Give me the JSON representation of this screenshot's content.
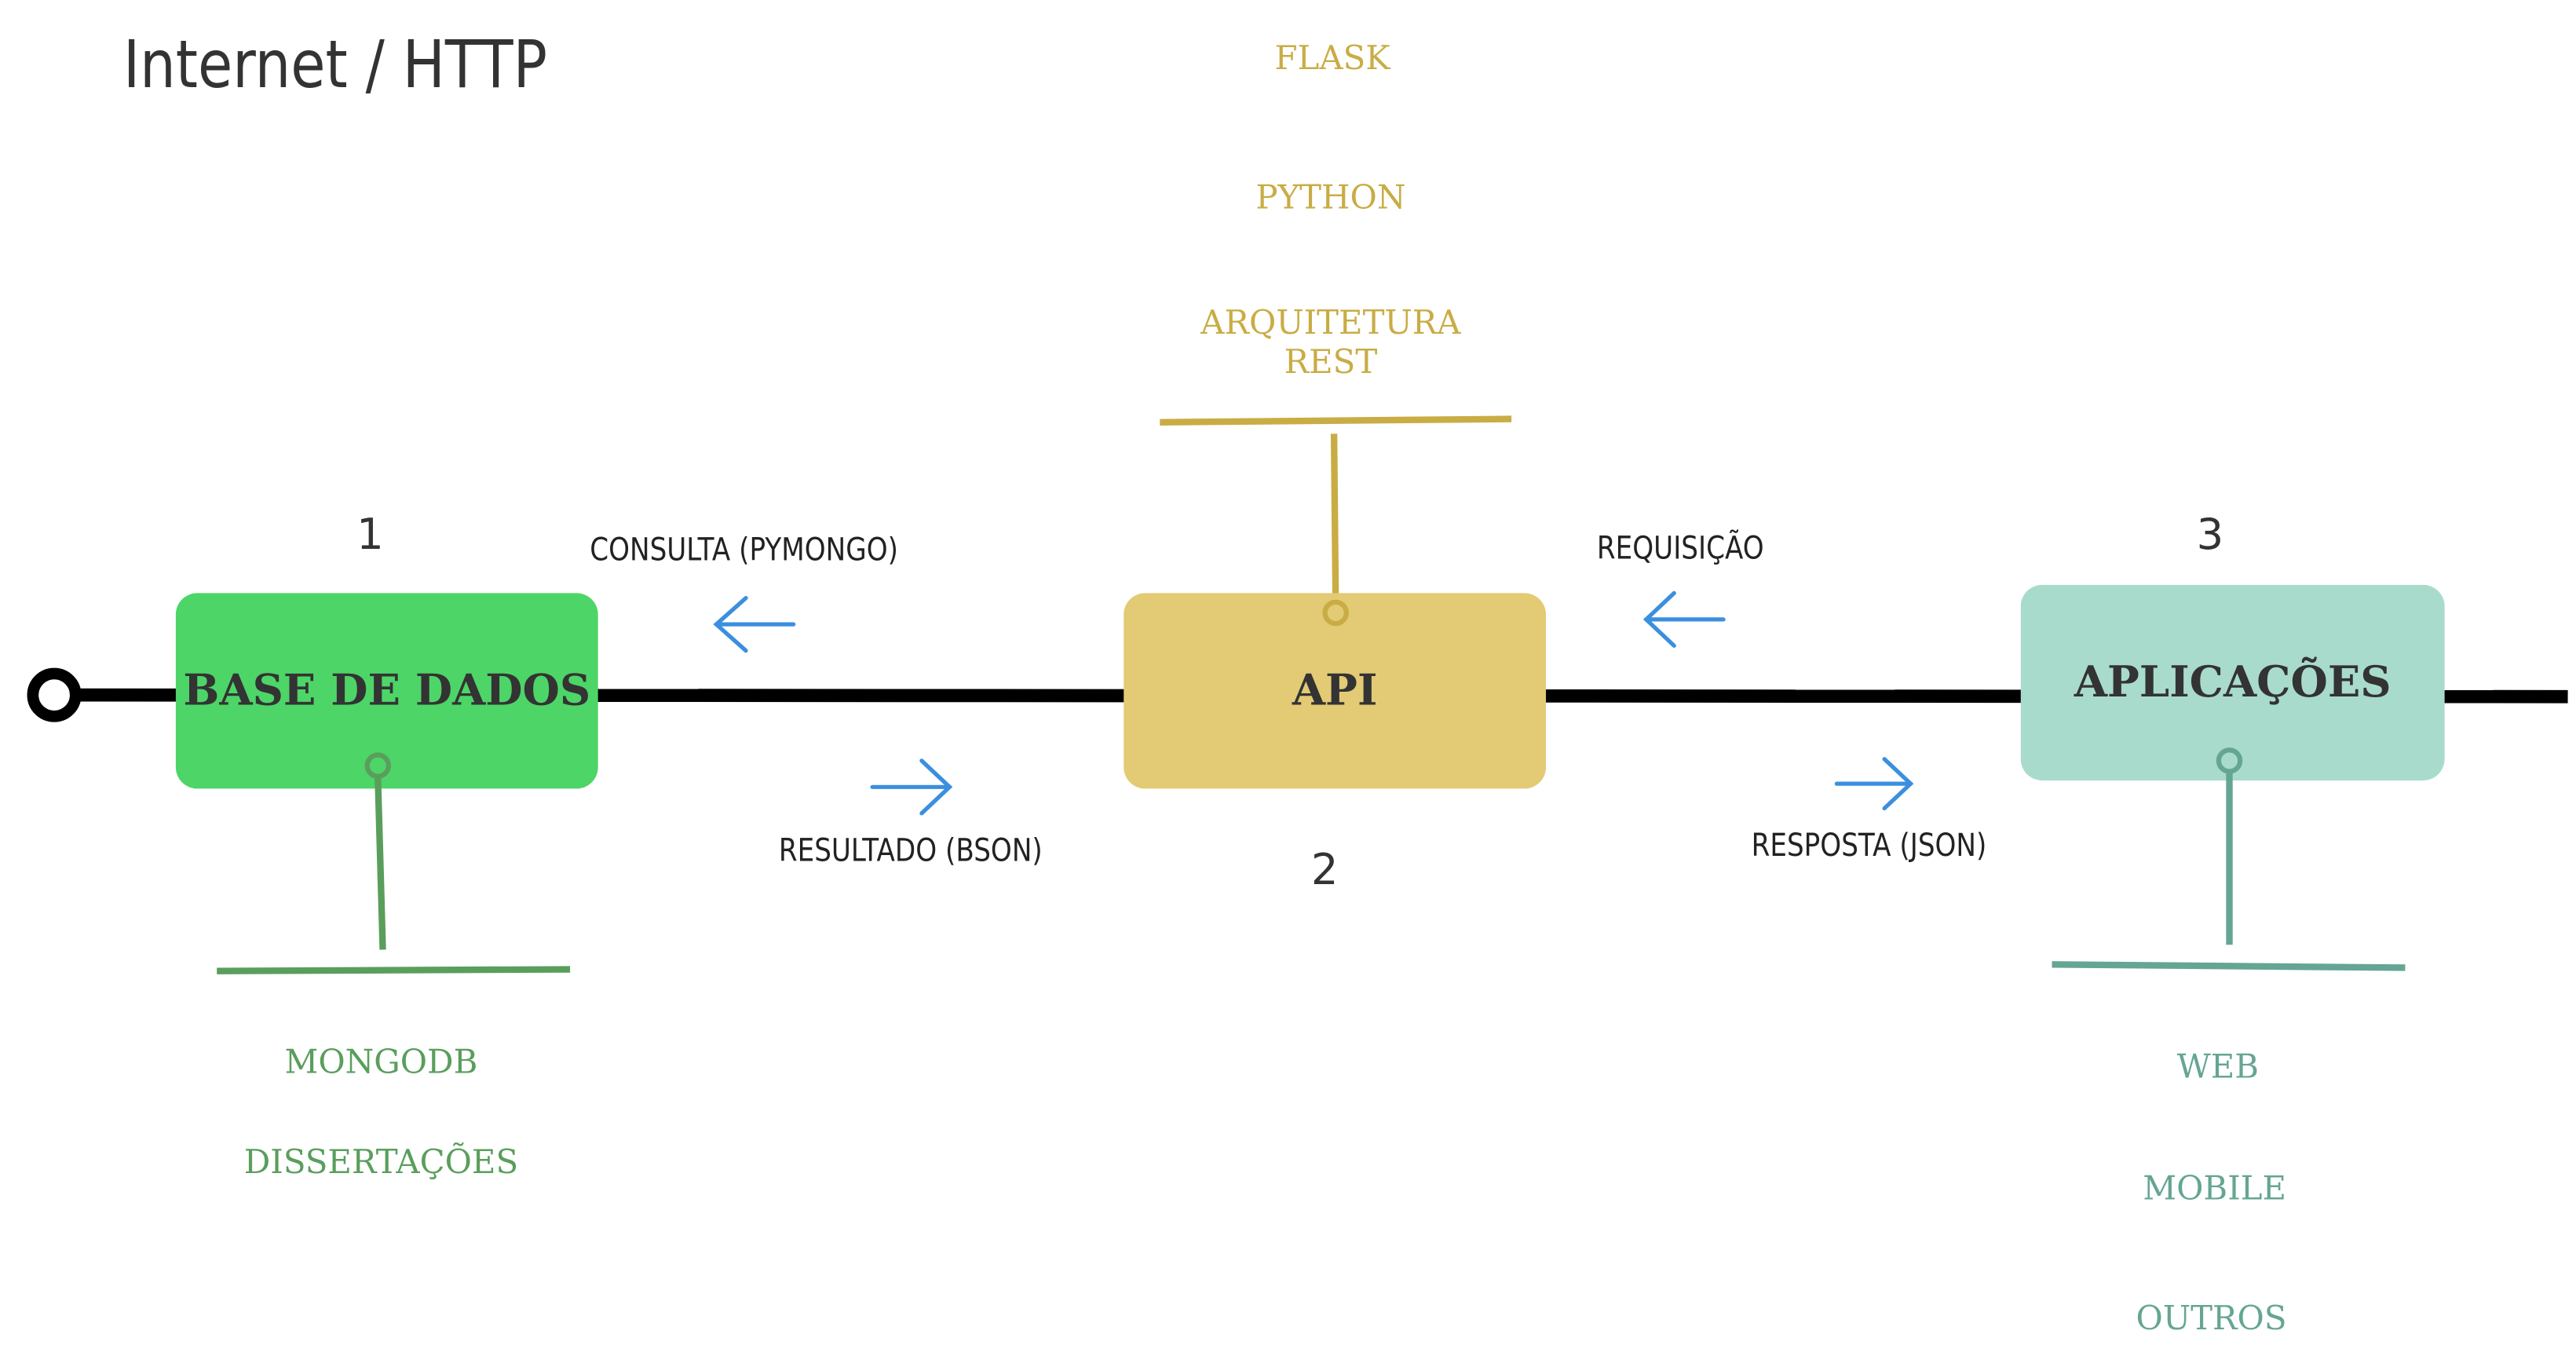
{
  "title": "Internet / HTTP",
  "colors": {
    "line": "#000000",
    "arrow": "#3b8fde",
    "database": "#4dd568",
    "database_accent": "#5a9e5c",
    "api": "#e3ca74",
    "api_accent": "#c9ac44",
    "apps": "#a9dbcd",
    "apps_accent": "#65a593"
  },
  "nodes": {
    "database": {
      "label": "BASE DE DADOS",
      "number": "1",
      "details": [
        "MONGODB",
        "DISSERTAÇÕES"
      ]
    },
    "api": {
      "label": "API",
      "number": "2",
      "details": [
        "FLASK",
        "PYTHON",
        "ARQUITETURA\nREST"
      ]
    },
    "apps": {
      "label": "APLICAÇÕES",
      "number": "3",
      "details": [
        "WEB",
        "MOBILE",
        "OUTROS"
      ]
    }
  },
  "edges": {
    "query": "CONSULTA (PYMONGO)",
    "result": "RESULTADO (BSON)",
    "request": "REQUISIÇÃO",
    "response": "RESPOSTA (JSON)"
  }
}
